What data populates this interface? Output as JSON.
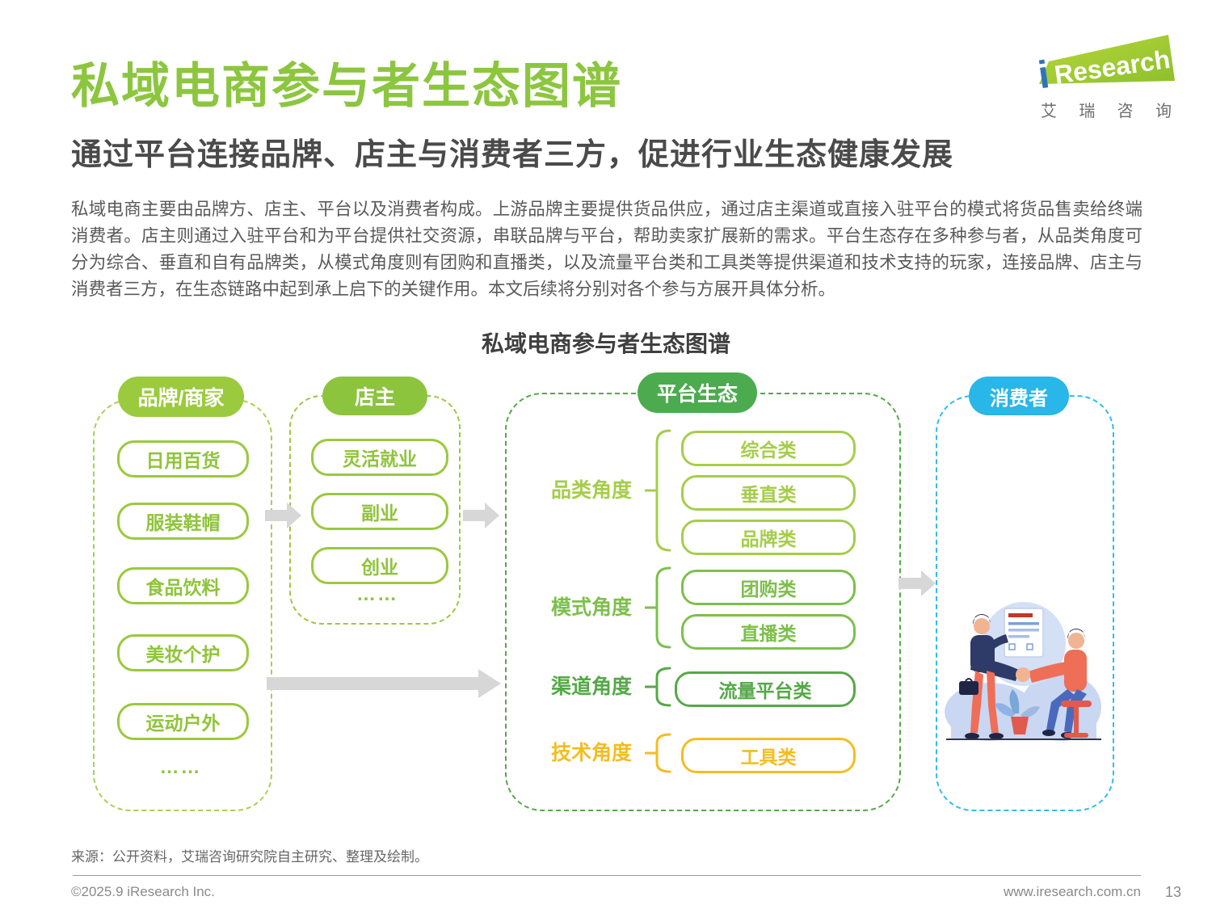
{
  "header": {
    "title": "私域电商参与者生态图谱",
    "subtitle": "通过平台连接品牌、店主与消费者三方，促进行业生态健康发展",
    "paragraph": "私域电商主要由品牌方、店主、平台以及消费者构成。上游品牌主要提供货品供应，通过店主渠道或直接入驻平台的模式将货品售卖给终端消费者。店主则通过入驻平台和为平台提供社交资源，串联品牌与平台，帮助卖家扩展新的需求。平台生态存在多种参与者，从品类角度可分为综合、垂直和自有品牌类，从模式角度则有团购和直播类，以及流量平台类和工具类等提供渠道和技术支持的玩家，连接品牌、店主与消费者三方，在生态链路中起到承上启下的关键作用。本文后续将分别对各个参与方展开具体分析。"
  },
  "logo": {
    "symbol_i": "i",
    "wordmark": "Research",
    "caption_chars": [
      "艾",
      "瑞",
      "咨",
      "询"
    ]
  },
  "diagram": {
    "title": "私域电商参与者生态图谱",
    "groups": {
      "brand": {
        "label": "品牌/商家",
        "items": [
          "日用百货",
          "服装鞋帽",
          "食品饮料",
          "美妆个护",
          "运动户外"
        ],
        "ellipsis": "……"
      },
      "shopkeeper": {
        "label": "店主",
        "items": [
          "灵活就业",
          "副业",
          "创业"
        ],
        "ellipsis": "……"
      },
      "platform": {
        "label": "平台生态",
        "rows": [
          {
            "category": "品类角度",
            "items": [
              "综合类",
              "垂直类",
              "品牌类"
            ]
          },
          {
            "category": "模式角度",
            "items": [
              "团购类",
              "直播类"
            ]
          },
          {
            "category": "渠道角度",
            "items": [
              "流量平台类"
            ]
          },
          {
            "category": "技术角度",
            "items": [
              "工具类"
            ]
          }
        ]
      },
      "consumer": {
        "label": "消费者"
      }
    },
    "colors": {
      "title_green": "#8cc63f",
      "light_green": "#9bc83e",
      "platform_green": "#4cab4e",
      "row_category": "#a6cd4a",
      "row_mode": "#7dbf4c",
      "row_channel": "#55a848",
      "row_tech": "#f3bd22",
      "consumer_blue": "#29b6e8",
      "arrow_gray": "#d7d7d7"
    }
  },
  "source": "来源：公开资料，艾瑞咨询研究院自主研究、整理及绘制。",
  "footer": {
    "copyright": "©2025.9 iResearch Inc.",
    "website": "www.iresearch.com.cn",
    "page": "13"
  }
}
